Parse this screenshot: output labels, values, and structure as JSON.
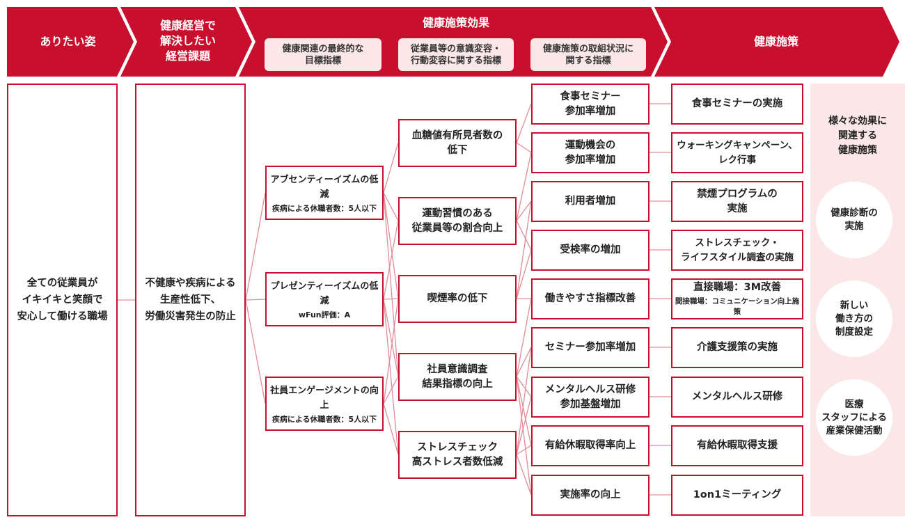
{
  "colors": {
    "accent": "#c8102e",
    "line": "#e38a97",
    "pink": "#fbe7e8"
  },
  "header": {
    "col1": "ありたい姿",
    "col2": "健康経営で\n解決したい\n経営課題",
    "col3": "健康施策効果",
    "col3_sub": [
      "健康関連の最終的な\n目標指標",
      "従業員等の意識変容・\n行動変容に関する指標",
      "健康施策の取組状況に\n関する指標"
    ],
    "col4": "健康施策"
  },
  "vision": "全ての従業員が\nイキイキと笑顔で\n安心して働ける職場",
  "issue": "不健康や疾病による\n生産性低下、\n労働災害発生の防止",
  "final_indicators": [
    {
      "title": "アブセンティーイズムの低減",
      "sub": "疾病による休職者数：5人以下"
    },
    {
      "title": "プレゼンティーイズムの低減",
      "sub": "wFun評価：A"
    },
    {
      "title": "社員エンゲージメントの向上",
      "sub": "疾病による休職者数：5人以下"
    }
  ],
  "behavior_indicators": [
    "血糖値有所見者数の\n低下",
    "運動習慣のある\n従業員等の割合向上",
    "喫煙率の低下",
    "社員意識調査\n結果指標の向上",
    "ストレスチェック\n高ストレス者数低減"
  ],
  "status_indicators": [
    "食事セミナー\n参加率増加",
    "運動機会の\n参加率増加",
    "利用者増加",
    "受検率の増加",
    "働きやすさ指標改善",
    "セミナー参加率増加",
    "メンタルヘルス研修\n参加基盤増加",
    "有給休暇取得率向上",
    "実施率の向上"
  ],
  "measures": [
    {
      "title": "食事セミナーの実施"
    },
    {
      "title": "ウォーキングキャンペーン、\nレク行事"
    },
    {
      "title": "禁煙プログラムの\n実施"
    },
    {
      "title": "ストレスチェック・\nライフスタイル調査の実施"
    },
    {
      "title": "直接職場：3M改善",
      "sub": "間接職場：コミュニケーション向上施策"
    },
    {
      "title": "介護支援策の実施"
    },
    {
      "title": "メンタルヘルス研修"
    },
    {
      "title": "有給休暇取得支援"
    },
    {
      "title": "1on1ミーティング"
    }
  ],
  "side": {
    "heading": "様々な効果に\n関連する\n健康施策",
    "items": [
      "健康診断の\n実施",
      "新しい\n働き方の\n制度設定",
      "医療\nスタッフによる\n産業保健活動"
    ]
  }
}
